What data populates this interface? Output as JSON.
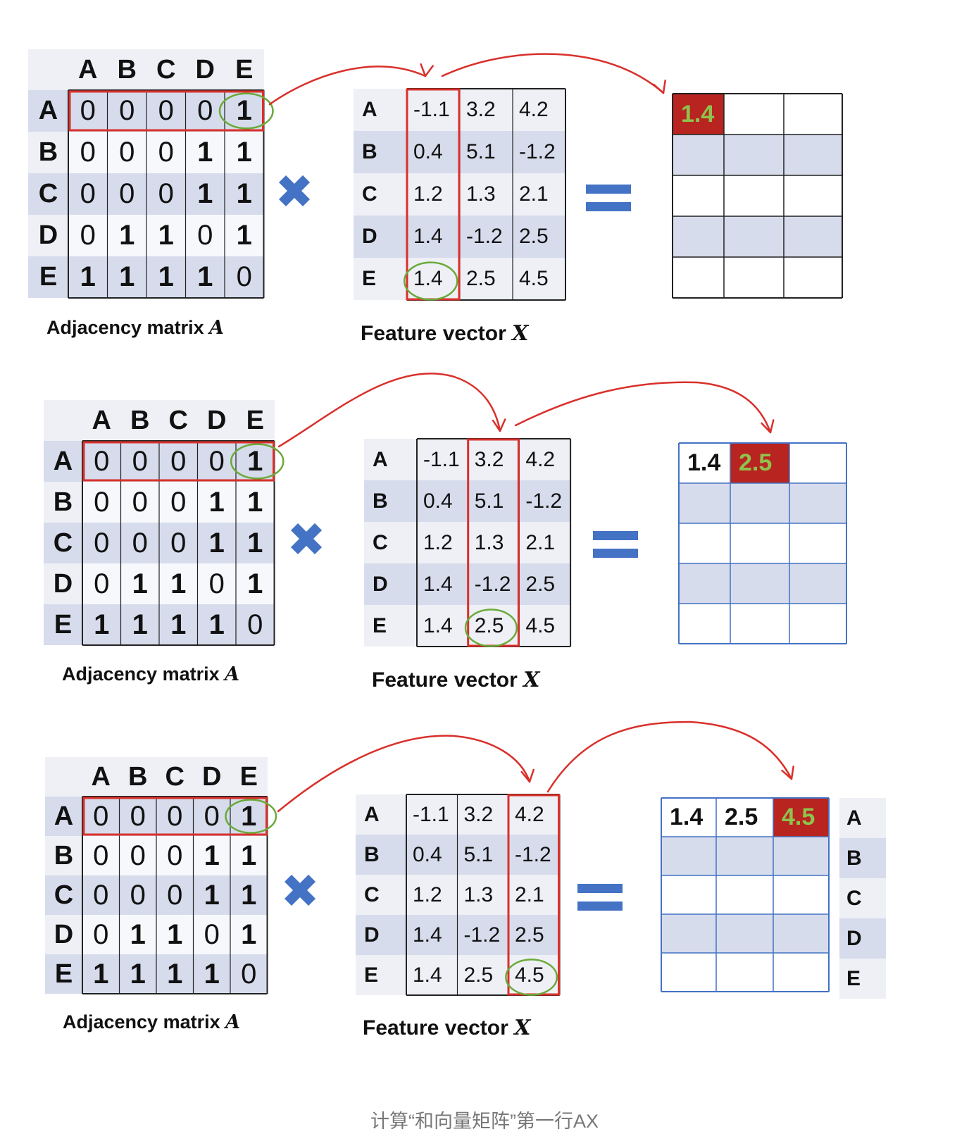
{
  "node_labels": [
    "A",
    "B",
    "C",
    "D",
    "E"
  ],
  "adjacency_matrix": [
    [
      "0",
      "0",
      "0",
      "0",
      "1"
    ],
    [
      "0",
      "0",
      "0",
      "1",
      "1"
    ],
    [
      "0",
      "0",
      "0",
      "1",
      "1"
    ],
    [
      "0",
      "1",
      "1",
      "0",
      "1"
    ],
    [
      "1",
      "1",
      "1",
      "1",
      "0"
    ]
  ],
  "feature_matrix": [
    [
      "-1.1",
      "3.2",
      "4.2"
    ],
    [
      "0.4",
      "5.1",
      "-1.2"
    ],
    [
      "1.2",
      "1.3",
      "2.1"
    ],
    [
      "1.4",
      "-1.2",
      "2.5"
    ],
    [
      "1.4",
      "2.5",
      "4.5"
    ]
  ],
  "result_first_row": [
    "1.4",
    "2.5",
    "4.5"
  ],
  "labels": {
    "adjacency_text": "Adjacency matrix ",
    "adjacency_var": "A",
    "feature_text": "Feature vector ",
    "feature_var": "X"
  },
  "operators": {
    "times": "✖",
    "equals": "="
  },
  "caption": "计算“和向量矩阵”第一行AX",
  "colors": {
    "red": "#d9302b",
    "green": "#6aaa3a",
    "blue": "#4472c4",
    "result_red": "#b8241f",
    "result_text_green": "#8ec34e",
    "band": "#d6dcec",
    "header_bg": "#eef0f6"
  }
}
